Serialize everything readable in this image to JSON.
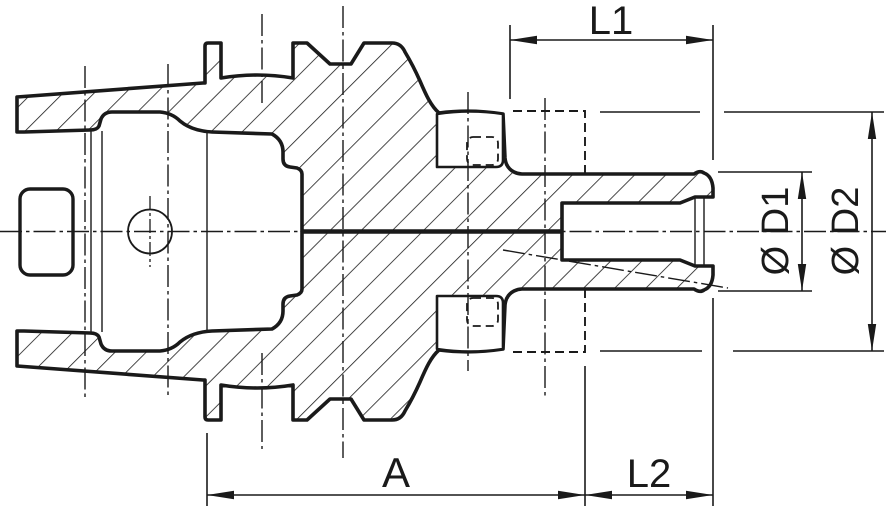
{
  "drawing": {
    "title": "tool-holder-cross-section",
    "colors": {
      "ink": "#1a1a1a",
      "background": "#ffffff"
    },
    "dimensions": {
      "l1": {
        "label": "L1"
      },
      "l2": {
        "label": "L2"
      },
      "a": {
        "label": "A"
      },
      "d1": {
        "label": "Ø D1"
      },
      "d2": {
        "label": "Ø D2"
      }
    }
  }
}
